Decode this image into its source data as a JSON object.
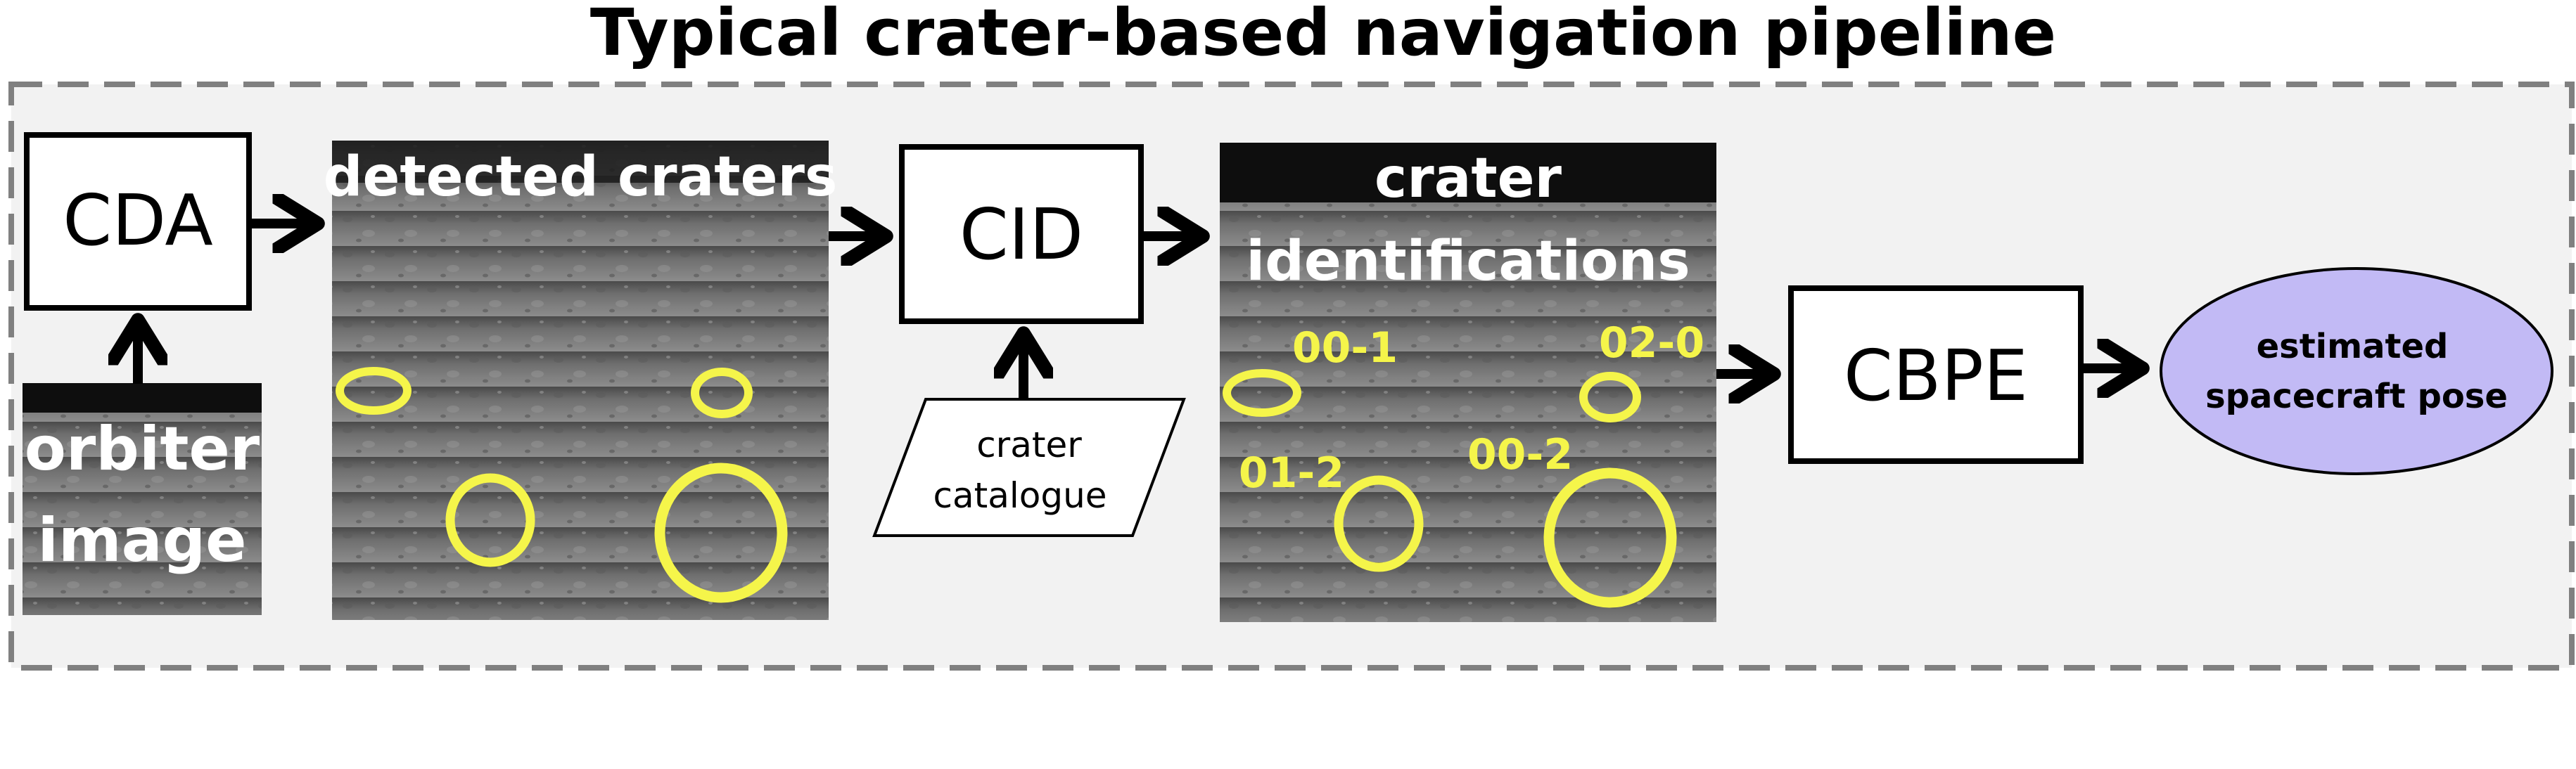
{
  "title": "Typical crater-based navigation pipeline",
  "orbiter_image": {
    "line1": "orbiter",
    "line2": "image"
  },
  "cda": {
    "label": "CDA"
  },
  "detected_craters": {
    "label": "detected craters"
  },
  "cid": {
    "label": "CID"
  },
  "crater_catalogue": {
    "line1": "crater",
    "line2": "catalogue"
  },
  "crater_identifications": {
    "line1": "crater",
    "line2": "identifications"
  },
  "crater_ids": [
    "00-1",
    "02-0",
    "01-2",
    "00-2"
  ],
  "cbpe": {
    "label": "CBPE"
  },
  "pose": {
    "line1": "estimated",
    "line2": "spacecraft pose"
  },
  "colors": {
    "crater_highlight": "#f5f54a",
    "pose_fill": "#c2baf5",
    "panel_background": "#f2f2f2",
    "dashed_border": "#808080"
  }
}
